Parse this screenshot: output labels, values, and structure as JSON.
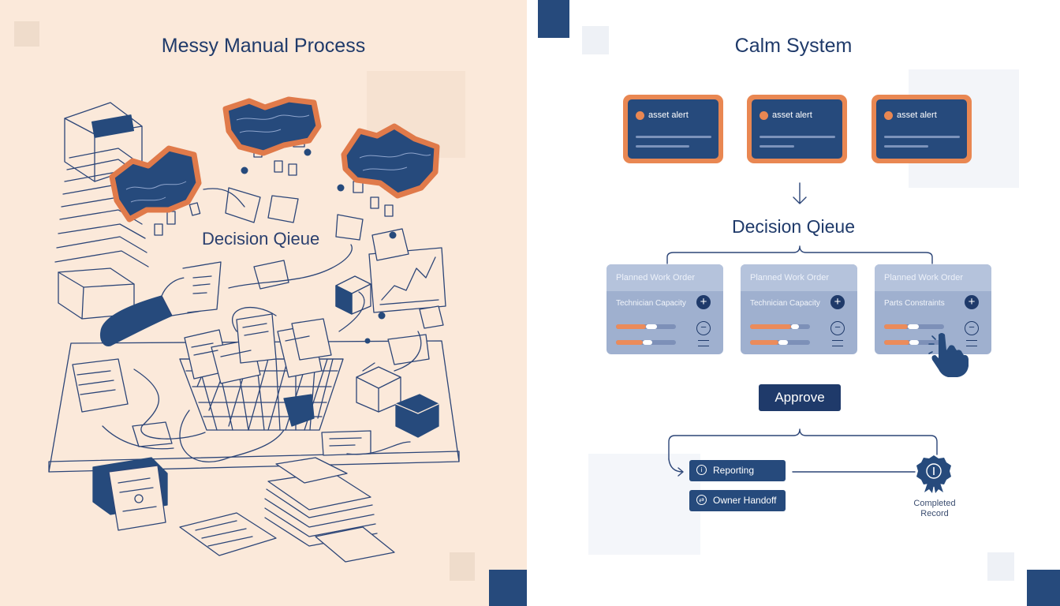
{
  "left_panel": {
    "title": "Messy Manual Process",
    "queue_label": "Decision Qieue"
  },
  "right_panel": {
    "title": "Calm System",
    "alerts": [
      {
        "label": "asset alert"
      },
      {
        "label": "asset alert"
      },
      {
        "label": "asset alert"
      }
    ],
    "queue_label": "Decision Qieue",
    "work_orders": [
      {
        "title": "Planned Work Order",
        "subtitle": "Technician Capacity"
      },
      {
        "title": "Planned Work Order",
        "subtitle": "Technician Capacity"
      },
      {
        "title": "Planned Work Order",
        "subtitle": "Parts Constraints"
      }
    ],
    "approve_label": "Approve",
    "actions": [
      {
        "label": "Reporting",
        "icon": "clock-icon"
      },
      {
        "label": "Owner Handoff",
        "icon": "handoff-icon"
      }
    ],
    "record": {
      "line1": "Completed",
      "line2": "Record",
      "icon": "award-badge-icon"
    }
  },
  "colors": {
    "navy": "#1f3a6a",
    "card_navy": "#264a7c",
    "orange": "#e98752",
    "cream": "#fbe9da",
    "slate": "#9fb0cf"
  }
}
